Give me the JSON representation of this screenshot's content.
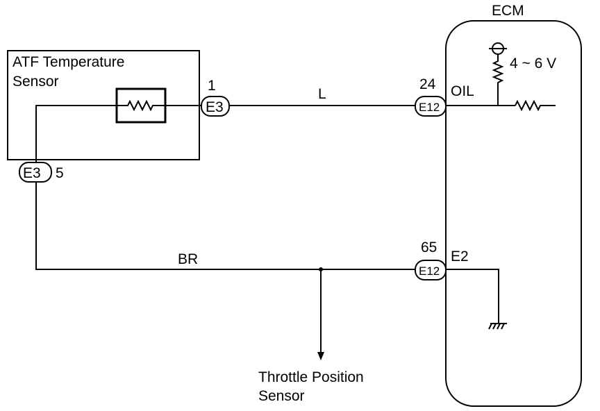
{
  "sensor": {
    "name_line1": "ATF Temperature",
    "name_line2": "Sensor"
  },
  "ecm": {
    "title": "ECM",
    "supply_voltage": "4 ~ 6 V",
    "oil_terminal": "OIL",
    "e2_terminal": "E2"
  },
  "connectors": {
    "e3_top": {
      "label": "E3",
      "pin": "1"
    },
    "e3_bottom": {
      "label": "E3",
      "pin": "5"
    },
    "e12_top": {
      "label": "E12",
      "pin": "24"
    },
    "e12_bottom": {
      "label": "E12",
      "pin": "65"
    }
  },
  "wires": {
    "signal": "L",
    "ground": "BR"
  },
  "branch": {
    "line1": "Throttle Position",
    "line2": "Sensor"
  }
}
